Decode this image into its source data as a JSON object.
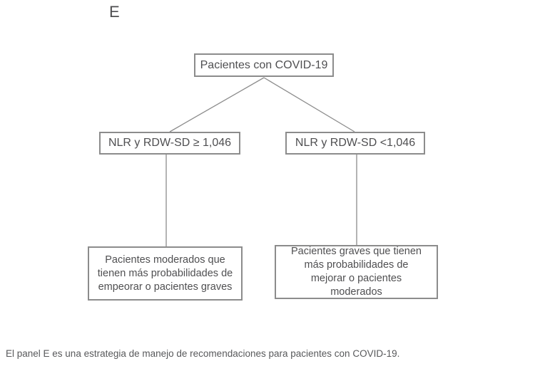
{
  "panel_label": "E",
  "flowchart": {
    "root": {
      "label": "Pacientes con COVID-19"
    },
    "branch_left": {
      "label": "NLR y RDW-SD ≥ 1,046"
    },
    "branch_right": {
      "label": "NLR y RDW-SD <1,046"
    },
    "outcome_left": {
      "label": "Pacientes moderados que\ntienen más probabilidades de\nempeorar o pacientes graves"
    },
    "outcome_right": {
      "label": "Pacientes graves que tienen\nmás probabilidades de\nmejorar o pacientes\nmoderados"
    }
  },
  "caption": "El panel E es una estrategia de manejo de recomendaciones para pacientes con COVID-19.",
  "colors": {
    "background": "#ffffff",
    "box_border": "#8c8c8c",
    "connector_line": "#8c8c8c",
    "box_text": "#4f4f51",
    "caption_text": "#58595b"
  }
}
